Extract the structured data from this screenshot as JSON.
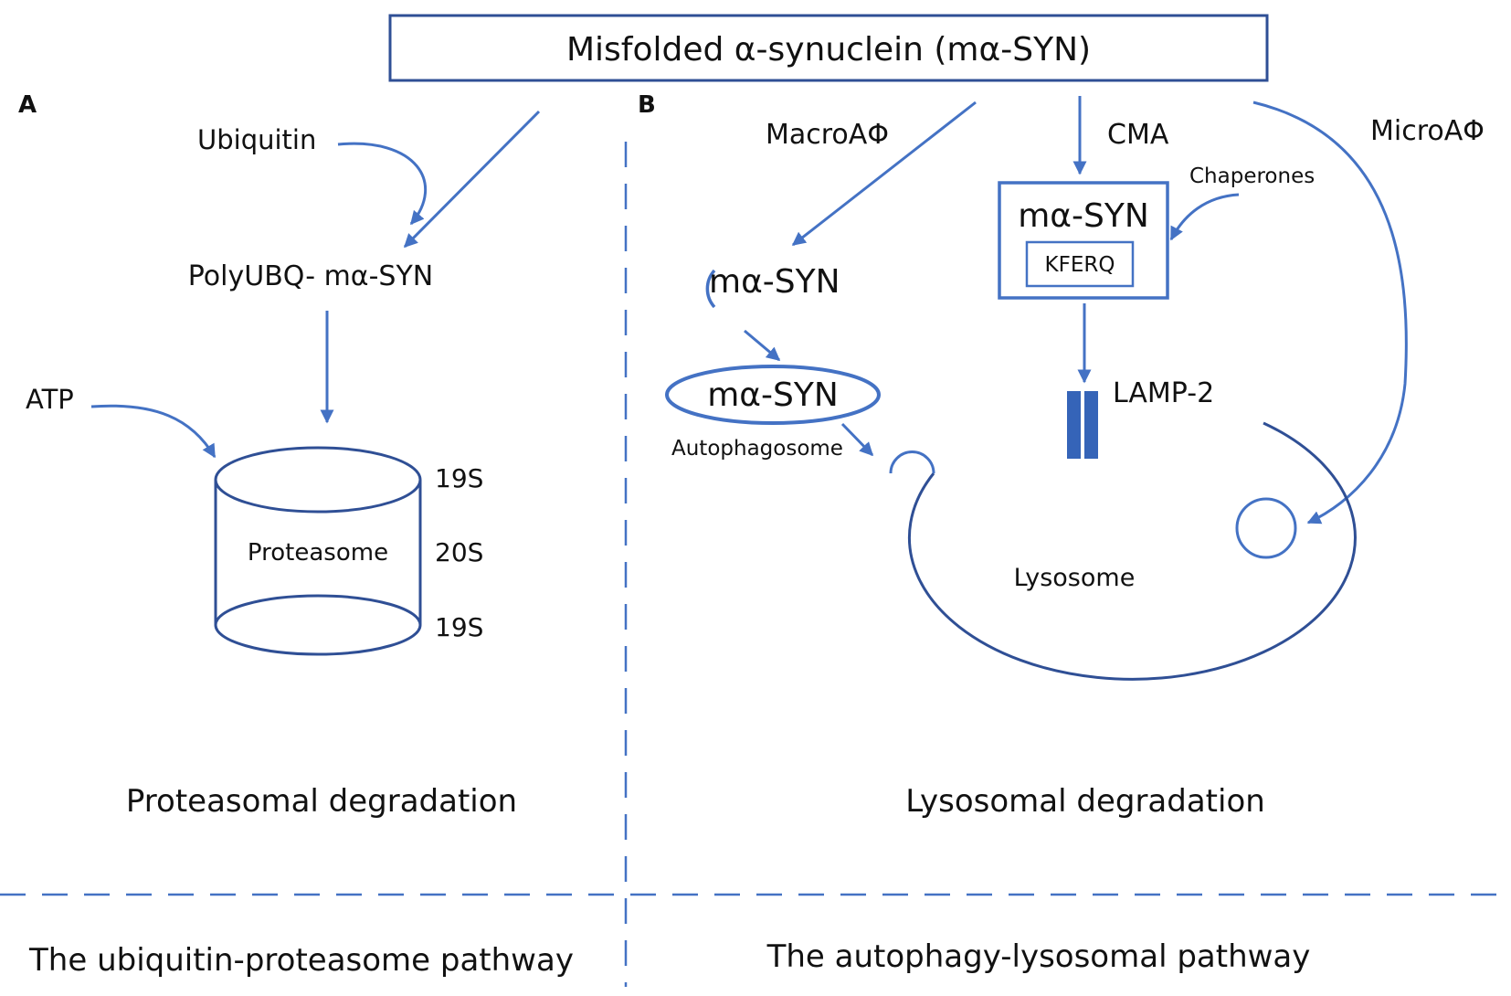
{
  "title": "Misfolded α-synuclein (mα-SYN)",
  "panel_a": {
    "label": "A",
    "ubiquitin": "Ubiquitin",
    "poly_ubq": "PolyUBQ- mα-SYN",
    "atp": "ATP",
    "proteasome": "Proteasome",
    "sub_top": "19S",
    "sub_mid": "20S",
    "sub_bottom": "19S",
    "caption": "Proteasomal degradation",
    "pathway": "The ubiquitin-proteasome pathway"
  },
  "panel_b": {
    "label": "B",
    "macro": "MacroAΦ",
    "cma": "CMA",
    "micro": "MicroAΦ",
    "chaperones": "Chaperones",
    "syn_phagophore": "mα-SYN",
    "syn_autophagosome": "mα-SYN",
    "autophagosome": "Autophagosome",
    "syn_cma": "mα-SYN",
    "kferq": "KFERQ",
    "lamp2": "LAMP-2",
    "lysosome": "Lysosome",
    "caption": "Lysosomal degradation",
    "pathway": "The autophagy-lysosomal pathway"
  },
  "colors": {
    "stroke": "#2f4f95",
    "arrow": "#4472c4",
    "lamp": "#3564b8",
    "text": "#111111"
  }
}
